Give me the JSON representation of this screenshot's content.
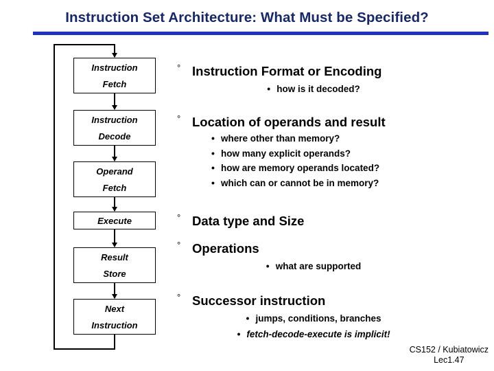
{
  "slide": {
    "title": "Instruction Set Architecture: What Must be Specified?",
    "title_color": "#17276b",
    "rule_color": "#1f32bf"
  },
  "flowchart": {
    "name": "instruction-execution-cycle",
    "boxes": [
      {
        "id": "instruction-fetch",
        "lines": [
          "Instruction",
          "Fetch"
        ]
      },
      {
        "id": "instruction-decode",
        "lines": [
          "Instruction",
          "Decode"
        ]
      },
      {
        "id": "operand-fetch",
        "lines": [
          "Operand",
          "Fetch"
        ]
      },
      {
        "id": "execute",
        "lines": [
          "Execute"
        ]
      },
      {
        "id": "result-store",
        "lines": [
          "Result",
          "Store"
        ]
      },
      {
        "id": "next-instruction",
        "lines": [
          "Next",
          "Instruction"
        ]
      }
    ]
  },
  "content": {
    "sections": [
      {
        "heading": "Instruction Format or Encoding",
        "bullet": "°",
        "subs": [
          {
            "text": "how is it decoded?",
            "italic": false
          }
        ],
        "subs_centered": true
      },
      {
        "heading": "Location of operands and result",
        "bullet": "°",
        "subs": [
          {
            "text": "where other than memory?",
            "italic": false
          },
          {
            "text": "how many explicit operands?",
            "italic": false
          },
          {
            "text": "how are memory operands located?",
            "italic": false
          },
          {
            "text": "which can or cannot be in memory?",
            "italic": false
          }
        ],
        "subs_centered": false
      },
      {
        "heading": "Data type and Size",
        "bullet": "°",
        "subs": [],
        "subs_centered": false
      },
      {
        "heading": "Operations",
        "bullet": "°",
        "subs": [
          {
            "text": "what are supported",
            "italic": false
          }
        ],
        "subs_centered": true
      },
      {
        "heading": "Successor instruction",
        "bullet": "°",
        "subs": [
          {
            "text": "jumps, conditions, branches",
            "italic": false
          },
          {
            "text": "fetch-decode-execute is implicit!",
            "italic": true
          }
        ],
        "subs_centered": true
      }
    ],
    "sub_bullet_glyph": "•"
  },
  "footer": {
    "line1": "CS152 / Kubiatowicz",
    "line2": "Lec1.47"
  }
}
